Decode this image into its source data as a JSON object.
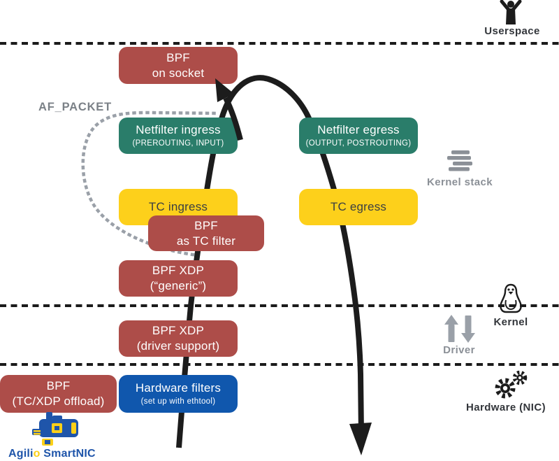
{
  "layers": {
    "userspace": "Userspace",
    "kernel_stack": "Kernel stack",
    "kernel": "Kernel",
    "driver": "Driver",
    "hardware": "Hardware (NIC)"
  },
  "annotations": {
    "af_packet": "AF_PACKET"
  },
  "boxes": {
    "socket": {
      "line1": "BPF",
      "line2": "on socket"
    },
    "nf_ingress": {
      "line1": "Netfilter ingress",
      "line2": "(PREROUTING, INPUT)"
    },
    "nf_egress": {
      "line1": "Netfilter egress",
      "line2": "(OUTPUT, POSTROUTING)"
    },
    "tc_ingress": {
      "line1": "TC ingress"
    },
    "tc_filter": {
      "line1": "BPF",
      "line2": "as TC filter"
    },
    "xdp_generic": {
      "line1": "BPF XDP",
      "line2": "(“generic”)"
    },
    "xdp_driver": {
      "line1": "BPF XDP",
      "line2": "(driver support)"
    },
    "offload": {
      "line1": "BPF",
      "line2": "(TC/XDP offload)"
    },
    "hw_filters": {
      "line1": "Hardware filters",
      "line2": "(set up with ethtool)"
    },
    "tc_egress": {
      "line1": "TC egress"
    }
  },
  "logo": {
    "brand": "Agili",
    "brand_accent": "o",
    "product": " SmartNIC"
  },
  "colors": {
    "box_red": "#ad4d49",
    "box_green": "#2a7d6a",
    "box_yellow": "#fdd01b",
    "box_blue": "#1057ad",
    "arrow_black": "#1c1c1c",
    "af_packet_dotted_gray": "#9aa0a8",
    "label_dark": "#33363b",
    "label_muted": "#8b9097",
    "logo_blue": "#1f55aa",
    "logo_yellow": "#fdd018"
  }
}
